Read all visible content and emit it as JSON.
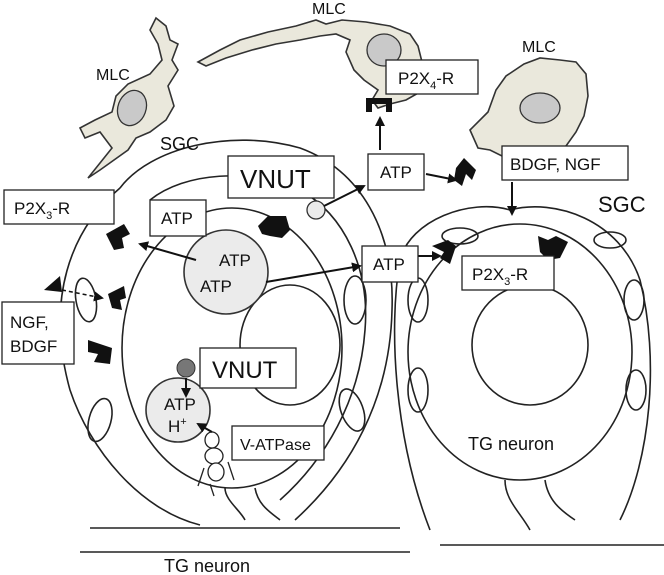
{
  "labels": {
    "mlc_left": "MLC",
    "mlc_top": "MLC",
    "mlc_right": "MLC",
    "sgc_left": "SGC",
    "sgc_right": "SGC",
    "vnut_top": "VNUT",
    "vnut_bottom": "VNUT",
    "p2x4_main": "P2X",
    "p2x4_sub": "4",
    "p2x4_suffix": "-R",
    "p2x3_left_main": "P2X",
    "p2x3_left_sub": "3",
    "p2x3_left_suffix": "-R",
    "p2x3_right_main": "P2X",
    "p2x3_right_sub": "3",
    "p2x3_right_suffix": "-R",
    "atp_box_left": "ATP",
    "atp_box_mlc": "ATP",
    "atp_box_right": "ATP",
    "atp_vesicle_1": "ATP",
    "atp_vesicle_2": "ATP",
    "atp_small_vesicle": "ATP",
    "h_plus": "H",
    "h_plus_sup": "+",
    "bdgf_ngf": "BDGF, NGF",
    "ngf_line1": "NGF,",
    "ngf_line2": "BDGF",
    "vatpase": "V-ATPase",
    "tg_neuron_bottom": "TG neuron",
    "tg_neuron_right": "TG neuron"
  },
  "colors": {
    "mlc_fill": "#eae8dc",
    "nucleus_fill": "#c9c9c9",
    "vesicle_fill": "#ebebeb",
    "vnut_dot": "#777777"
  }
}
